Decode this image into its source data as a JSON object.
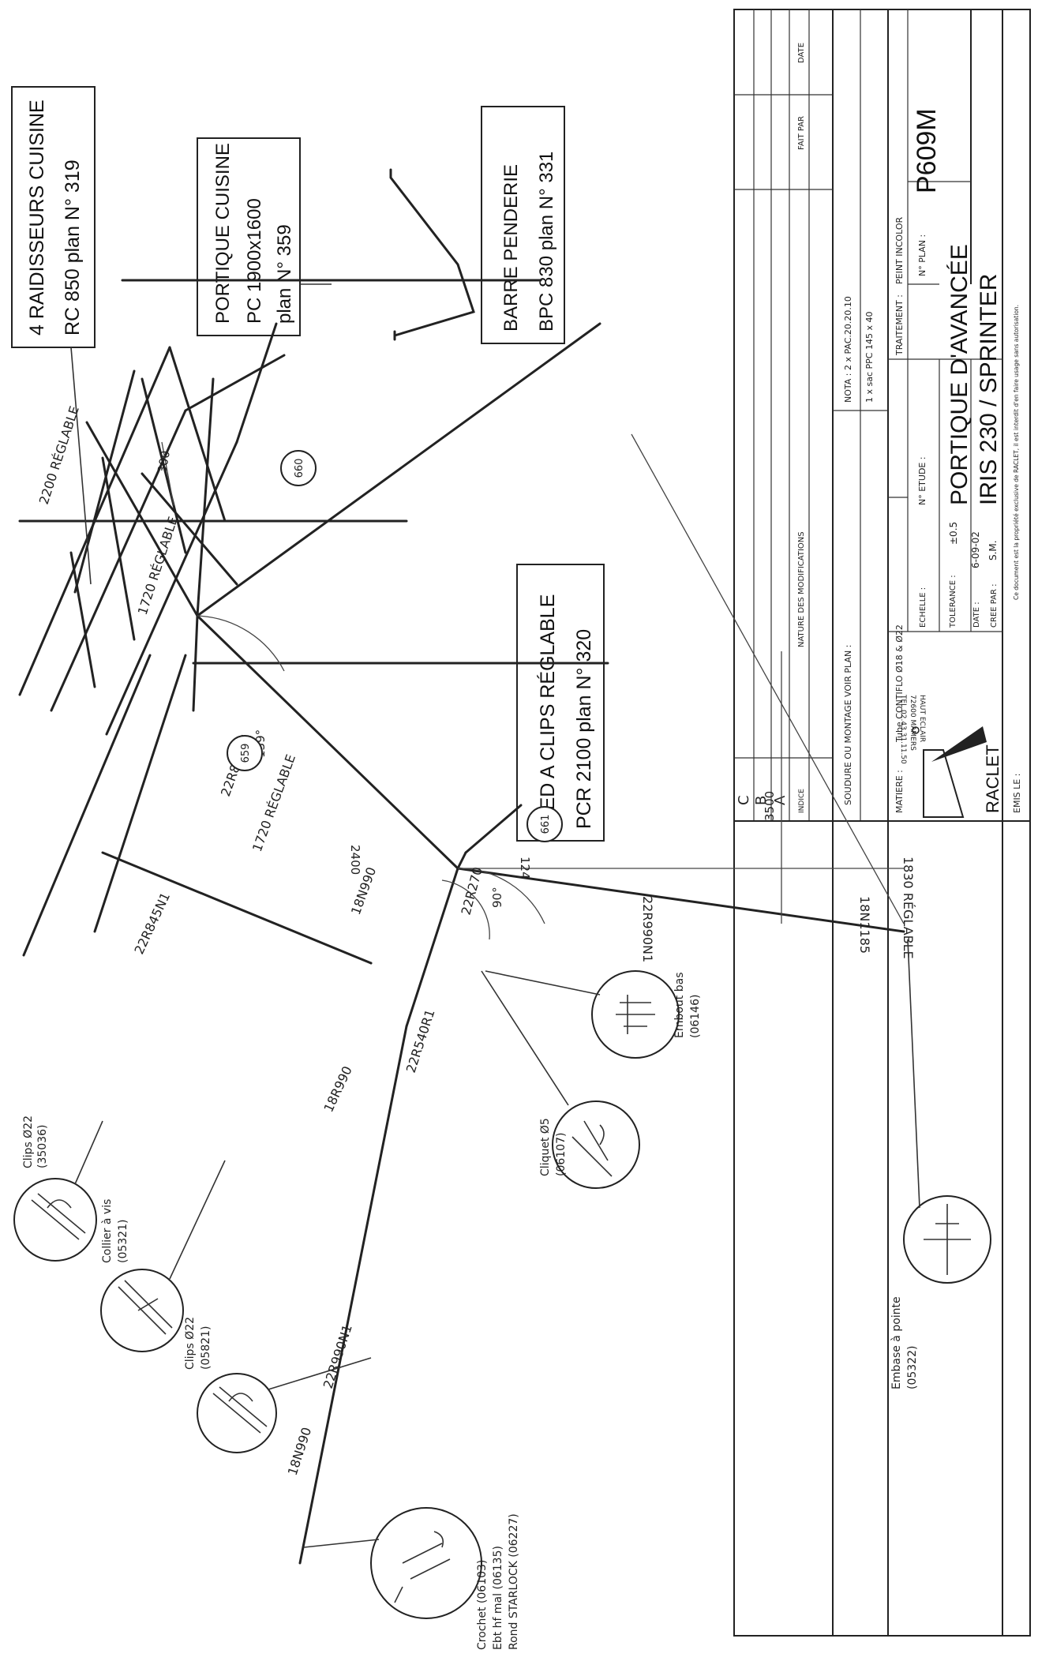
{
  "callout_boxes": {
    "raidisseurs": [
      "4 RAIDISSEURS CUISINE",
      "RC 850 plan N° 319"
    ],
    "portique_cuisine": [
      "PORTIQUE CUISINE",
      "PC 1900x1600",
      "plan N° 359"
    ],
    "barre_penderie": [
      "BARRE PENDERIE",
      "BPC 830 plan N° 331"
    ],
    "pied_clips": [
      "PIED A CLIPS RÉGLABLE",
      "PCR 2100 plan N° 320"
    ]
  },
  "tube_labels": {
    "t2200": "2200 RÉGLABLE",
    "t1720a": "1720 RÉGLABLE",
    "t1720b": "1720 RÉGLABLE",
    "p22r845n1a": "22R845N1",
    "p22r845n1b": "22R845N1",
    "p18n990a": "18N990",
    "p18r990": "18R990",
    "p22r540r1": "22R540R1",
    "p22r990n1": "22R990N1",
    "p18n990b": "18N990",
    "p22r270": "22R270",
    "p22r990n1b": "22R990N1",
    "p18n1185": "18N1185",
    "t1830": "1830 RÉGLABLE"
  },
  "dimensions": {
    "d300": "300",
    "d2400": "2400",
    "d3500": "3500",
    "a139": "139°",
    "a124": "124",
    "a90": "90°"
  },
  "detail_numbers": {
    "n660": "660",
    "n659": "659",
    "n661": "661"
  },
  "parts": {
    "clips_a": [
      "Clips Ø22",
      "(35036)"
    ],
    "collier": [
      "Collier à vis",
      "(05321)"
    ],
    "clips_b": [
      "Clips Ø22",
      "(05821)"
    ],
    "cliquet": [
      "Cliquet Ø5",
      "(06107)"
    ],
    "embout": [
      "Embout bas",
      "(06146)"
    ],
    "embase": [
      "Embase à pointe",
      "(05322)"
    ],
    "crochet": [
      "Crochet (06103)",
      "Ebt hf mal (06135)",
      "Rond STARLOCK (06227)"
    ]
  },
  "title_block": {
    "rev_c": "C",
    "rev_b": "B",
    "rev_a": "A",
    "indice": "INDICE",
    "nature": "NATURE DES MODIFICATIONS",
    "fait_par": "FAIT PAR",
    "date_h": "DATE",
    "soudure": "SOUDURE OU MONTAGE VOIR PLAN :",
    "nota": "NOTA :   2 x PAC.20.20.10",
    "nota2": "1 x sac PPC 145 x 40",
    "matiere": "MATIERE :",
    "matiere_val": "Tube CONTIFLO Ø18 & Ø22",
    "traitement": "TRAITEMENT :",
    "traitement_val": "PEINT INCOLOR",
    "echelle": "ECHELLE :",
    "tolerance": "TOLERANCE :",
    "tolerance_val": "±0.5",
    "date_l": "DATE :",
    "date_val": "6-09-02",
    "cree_par": "CREE PAR :",
    "cree_val": "S.M.",
    "n_etude": "N° ETUDE :",
    "n_plan": "N° PLAN :",
    "plan_no": "P609M",
    "title1": "PORTIQUE D'AVANCÉE",
    "title2": "IRIS 230 / SPRINTER",
    "company": "RACLET",
    "address1": "HAUT ECLAIR",
    "address2": "72600 MAMERS",
    "address3": "TEL 02.43.31.11.50",
    "emis_le": "EMIS LE :",
    "property": "Ce document est la propriété exclusive de RACLET, il est interdit d'en faire usage sans autorisation."
  }
}
